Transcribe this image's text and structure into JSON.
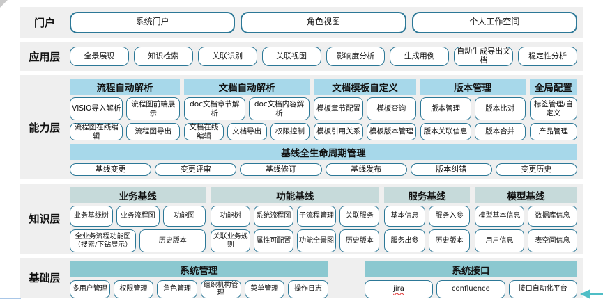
{
  "colors": {
    "band_background": "#efefef",
    "button_border": "#2c7897",
    "capability_header": "#a7d8ea",
    "knowledge_header": "#c6dada",
    "base_header": "#8bc8d0",
    "arrow_teal": "#4fbec6",
    "spellcheck_red": "#e03030"
  },
  "portal": {
    "label": "门户",
    "buttons": [
      "系统门户",
      "角色视图",
      "个人工作空间"
    ]
  },
  "application": {
    "label": "应用层",
    "buttons": [
      "全景展现",
      "知识检索",
      "关联识别",
      "关联视图",
      "影响度分析",
      "生成用例",
      "自动生成导出文档",
      "稳定性分析"
    ]
  },
  "capability": {
    "label": "能力层",
    "groups": [
      {
        "title": "流程自动解析",
        "row1": [
          "VISIO导入解析",
          "流程图前端展示"
        ],
        "row2": [
          "流程图在线编辑",
          "流程图导出"
        ]
      },
      {
        "title": "文档自动解析",
        "row1": [
          "doc文档章节解析",
          "doc文档内容解析"
        ],
        "row2": [
          "文档在线编辑",
          "文档导出",
          "权限控制"
        ]
      },
      {
        "title": "文档模板自定义",
        "row1": [
          "模板章节配置",
          "模板查询"
        ],
        "row2": [
          "模板引用关系",
          "模板版本管理"
        ]
      },
      {
        "title": "版本管理",
        "row1": [
          "版本管理",
          "版本比对"
        ],
        "row2": [
          "版本关联信息",
          "版本合并"
        ]
      },
      {
        "title": "全局配置",
        "row1": [
          "标签管理/自定义"
        ],
        "row2": [
          "产品管理"
        ]
      }
    ],
    "baseline": {
      "title": "基线全生命周期管理",
      "buttons": [
        "基线变更",
        "变更评审",
        "基线修订",
        "基线发布",
        "版本纠错",
        "变更历史"
      ]
    }
  },
  "knowledge": {
    "label": "知识层",
    "groups": [
      {
        "title": "业务基线",
        "row1": [
          "业务基线树",
          "业务流程图",
          "功能图"
        ],
        "row2": [
          "全业务流程功能图（搜索/下钻展示）",
          "历史版本"
        ]
      },
      {
        "title": "功能基线",
        "row1": [
          "功能树",
          "系统流程图",
          "子流程管理",
          "关联服务"
        ],
        "row2": [
          "关联业务规则",
          "属性可配置",
          "功能全景图",
          "历史版本"
        ]
      },
      {
        "title": "服务基线",
        "row1": [
          "基本信息",
          "服务入参"
        ],
        "row2": [
          "服务出参",
          "历史版本"
        ]
      },
      {
        "title": "模型基线",
        "row1": [
          "模型基本信息",
          "数据库信息"
        ],
        "row2": [
          "用户信息",
          "表空间信息"
        ]
      }
    ]
  },
  "base": {
    "label": "基础层",
    "groups": [
      {
        "title": "系统管理",
        "row1": [
          "多用户管理",
          "权限管理",
          "角色管理",
          "组织机构管理",
          "菜单管理",
          "操作日志"
        ]
      },
      {
        "title": "系统接口",
        "row1": [
          {
            "label": "jira",
            "misspelled": true
          },
          "confluence",
          "接口自动化平台"
        ]
      }
    ]
  }
}
